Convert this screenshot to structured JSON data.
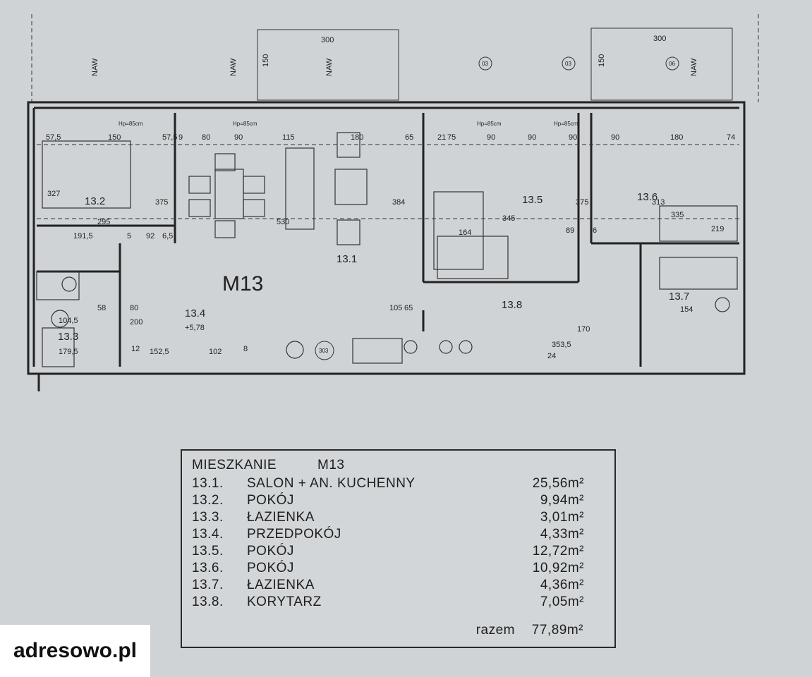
{
  "plan": {
    "unit_label": "M13",
    "rooms": [
      {
        "id": "13.1"
      },
      {
        "id": "13.2"
      },
      {
        "id": "13.3"
      },
      {
        "id": "13.4"
      },
      {
        "id": "13.5"
      },
      {
        "id": "13.6"
      },
      {
        "id": "13.7"
      },
      {
        "id": "13.8"
      }
    ],
    "balcony_dims": {
      "width": "300",
      "depth": "150"
    },
    "window_tag": "NAW",
    "window_marks": [
      "03",
      "03",
      "06"
    ],
    "window_sill": "Hp=85cm",
    "level": "+5,78",
    "marker": "303",
    "dims_horizontal_top": [
      "57,5",
      "150",
      "57,5",
      "9",
      "80",
      "90",
      "115",
      "180",
      "65",
      "21",
      "75",
      "90",
      "90",
      "90",
      "90",
      "180",
      "74"
    ],
    "dims_misc": [
      "295",
      "530",
      "345",
      "335",
      "164",
      "219",
      "191,5",
      "92",
      "6,5",
      "5",
      "384",
      "375",
      "375",
      "313",
      "327",
      "104,5",
      "179,5",
      "152,5",
      "105",
      "65",
      "170",
      "353,5",
      "154",
      "24",
      "102",
      "89",
      "12",
      "80",
      "200",
      "58",
      "6",
      "8"
    ]
  },
  "legend": {
    "title": "MIESZKANIE",
    "code": "M13",
    "rows": [
      {
        "num": "13.1.",
        "name": "SALON + AN. KUCHENNY",
        "area": "25,56m²"
      },
      {
        "num": "13.2.",
        "name": "POKÓJ",
        "area": "9,94m²"
      },
      {
        "num": "13.3.",
        "name": "ŁAZIENKA",
        "area": "3,01m²"
      },
      {
        "num": "13.4.",
        "name": "PRZEDPOKÓJ",
        "area": "4,33m²"
      },
      {
        "num": "13.5.",
        "name": "POKÓJ",
        "area": "12,72m²"
      },
      {
        "num": "13.6.",
        "name": "POKÓJ",
        "area": "10,92m²"
      },
      {
        "num": "13.7.",
        "name": "ŁAZIENKA",
        "area": "4,36m²"
      },
      {
        "num": "13.8.",
        "name": "KORYTARZ",
        "area": "7,05m²"
      }
    ],
    "total_label": "razem",
    "total_area": "77,89m²"
  },
  "logo": {
    "text": "adresowo.pl"
  },
  "colors": {
    "paper": "#cfd3d6",
    "ink": "#222222",
    "logo_bg": "#ffffff"
  }
}
